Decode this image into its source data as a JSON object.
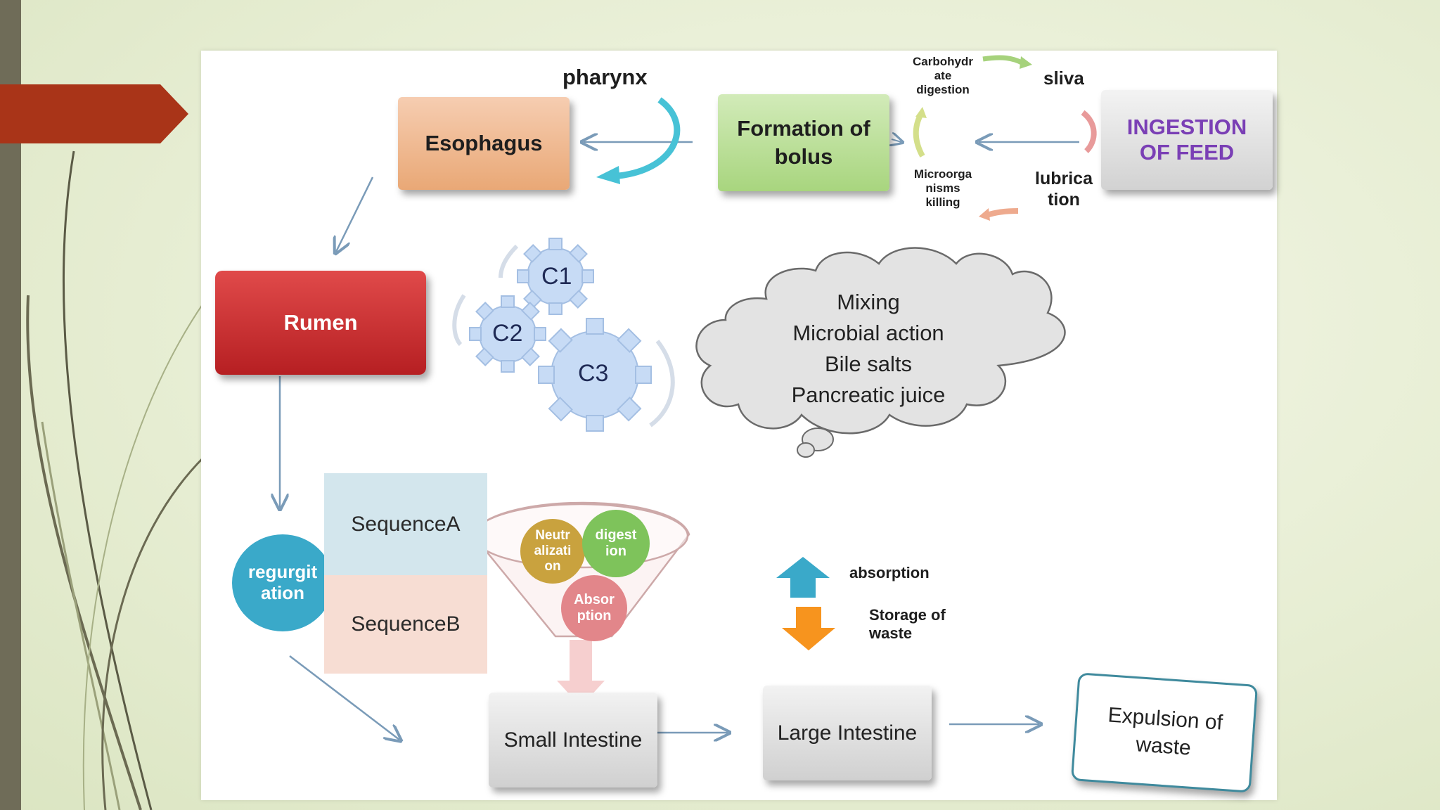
{
  "nodes": {
    "ingestion": "INGESTION OF FEED",
    "formation_bolus": "Formation of bolus",
    "esophagus": "Esophagus",
    "rumen": "Rumen",
    "regurgitation": "regurgit ation",
    "small_intestine": "Small Intestine",
    "large_intestine": "Large Intestine",
    "expulsion": "Expulsion of waste"
  },
  "labels": {
    "pharynx": "pharynx",
    "sliva": "sliva",
    "lubrication": "lubrica tion",
    "carbohydrate": "Carbohydr ate digestion",
    "microorganisms": "Microorga nisms killing",
    "absorption": "absorption",
    "storage": "Storage of waste"
  },
  "gears": [
    "C1",
    "C2",
    "C3"
  ],
  "cloud_lines": [
    "Mixing",
    "Microbial action",
    "Bile salts",
    "Pancreatic juice"
  ],
  "sequences": {
    "a": "SequenceA",
    "b": "SequenceB"
  },
  "funnel": {
    "neutralization": "Neutr alizati on",
    "digestion": "digest ion",
    "absorption": "Absor ption"
  },
  "colors": {
    "accent_tab": "#a93418",
    "stripe": "#6f6c58",
    "rumen": "#c8282c",
    "bolus": "#b6dc92",
    "esophagus": "#efb487",
    "gear": "#c7dbf5",
    "regurgitation": "#3aa9c9",
    "up_arrow": "#3aa9c9",
    "down_arrow": "#f7941e"
  }
}
